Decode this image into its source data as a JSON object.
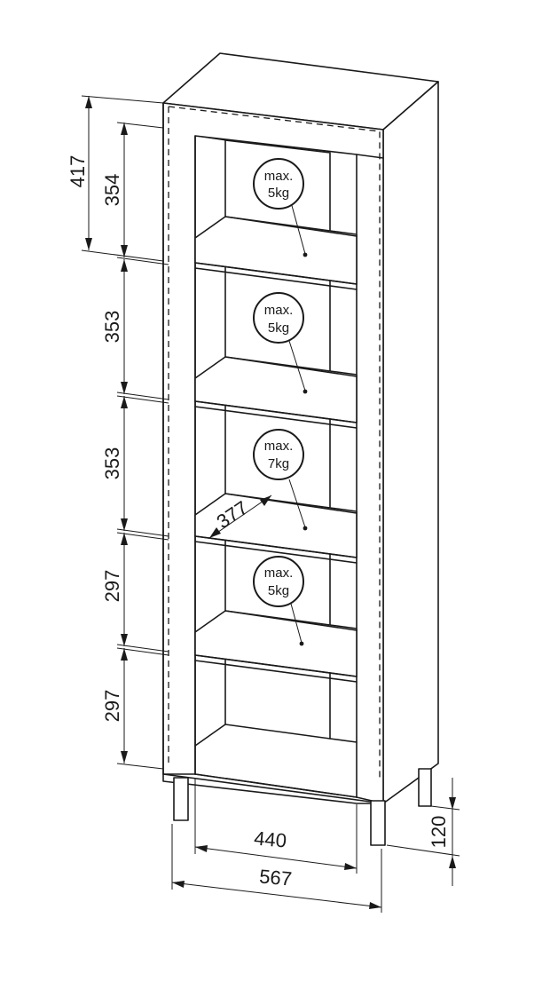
{
  "dimensions": {
    "total_top_height": "417",
    "top_compartment": "354",
    "compartment_2": "353",
    "compartment_3": "353",
    "compartment_4": "297",
    "compartment_5": "297",
    "shelf_depth": "377",
    "leg_height": "120",
    "inner_width": "440",
    "total_width": "567"
  },
  "load_badges": [
    {
      "line1": "max.",
      "line2": "5kg"
    },
    {
      "line1": "max.",
      "line2": "5kg"
    },
    {
      "line1": "max.",
      "line2": "7kg"
    },
    {
      "line1": "max.",
      "line2": "5kg"
    }
  ],
  "colors": {
    "line": "#1a1a1a",
    "background": "#ffffff"
  }
}
